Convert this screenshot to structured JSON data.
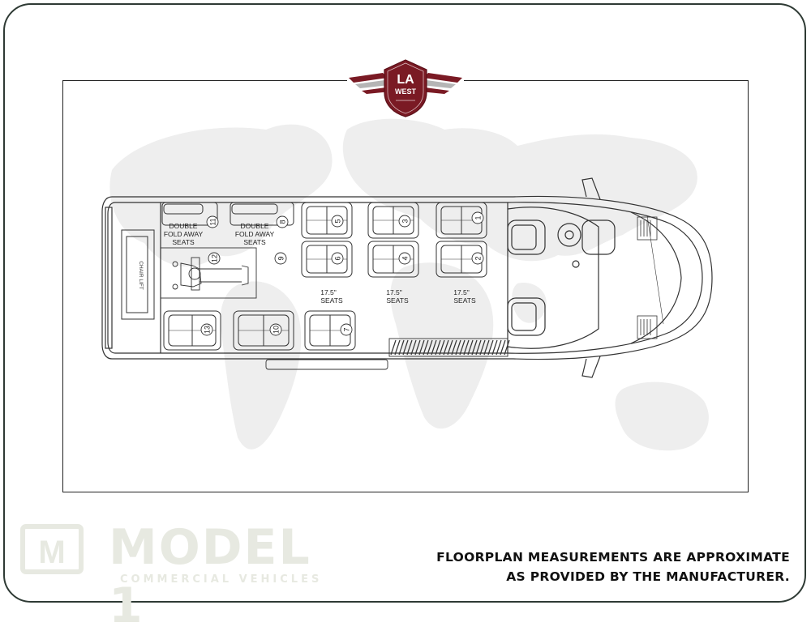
{
  "logo": {
    "line1": "LA",
    "line2": "WEST",
    "colors": {
      "primary": "#7a1a24",
      "accent": "#c9c9c9"
    }
  },
  "seat_labels": {
    "double_fold_1": [
      "DOUBLE",
      "FOLD AWAY",
      "SEATS"
    ],
    "double_fold_2": [
      "DOUBLE",
      "FOLD AWAY",
      "SEATS"
    ],
    "seat_width_a": [
      "17.5\"",
      "SEATS"
    ],
    "seat_width_b": [
      "17.5\"",
      "SEATS"
    ],
    "seat_width_c": [
      "17.5\"",
      "SEATS"
    ],
    "chair_lift": "CHAIR LIFT"
  },
  "seat_numbers": [
    "1",
    "2",
    "3",
    "4",
    "5",
    "6",
    "7",
    "8",
    "9",
    "10",
    "11",
    "12",
    "13"
  ],
  "disclaimer": {
    "line1": "FLOORPLAN MEASUREMENTS ARE APPROXIMATE",
    "line2": "AS PROVIDED BY THE MANUFACTURER."
  },
  "brand": {
    "name": "MODEL 1",
    "sub": "COMMERCIAL VEHICLES",
    "mark_letter": "M"
  }
}
